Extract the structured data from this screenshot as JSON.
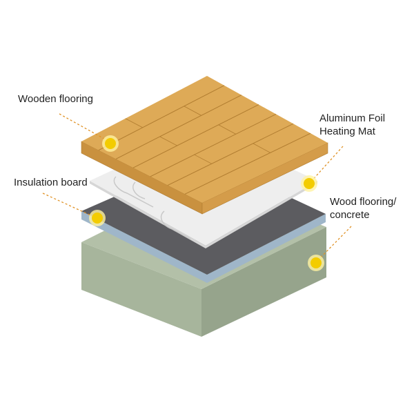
{
  "labels": {
    "wooden_flooring": "Wooden flooring",
    "aluminum_foil_line1": "Aluminum Foil",
    "aluminum_foil_line2": "Heating Mat",
    "insulation_board": "Insulation board",
    "base_line1": "Wood flooring/",
    "base_line2": "concrete"
  },
  "colors": {
    "wood_top": "#deaa57",
    "wood_front": "#c9913f",
    "wood_side": "#d49c4a",
    "plank_line": "#b07c30",
    "foil_top": "#eeeeee",
    "foil_edge": "#d6d6d6",
    "insulation_top": "#5c5c60",
    "insulation_edge": "#9fb6c9",
    "base_top": "#b3c0a8",
    "base_left": "#a7b59c",
    "base_right": "#96a48c",
    "marker": "#f3cc00",
    "marker_glow": "#fff3a0",
    "leader": "#e09225"
  },
  "icons": [
    "marker-dot"
  ]
}
